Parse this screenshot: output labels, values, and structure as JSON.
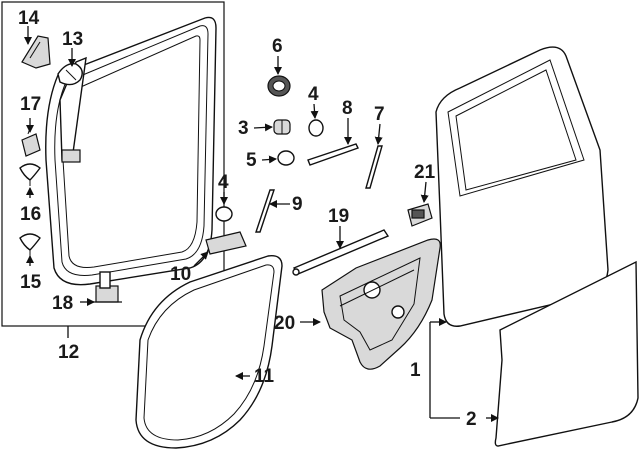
{
  "callouts": {
    "c1": "1",
    "c2": "2",
    "c3": "3",
    "c4a": "4",
    "c4b": "4",
    "c5": "5",
    "c6": "6",
    "c7": "7",
    "c8": "8",
    "c9": "9",
    "c10": "10",
    "c11": "11",
    "c12": "12",
    "c13": "13",
    "c14": "14",
    "c15": "15",
    "c16": "16",
    "c17": "17",
    "c18": "18",
    "c19": "19",
    "c20": "20",
    "c21": "21"
  }
}
